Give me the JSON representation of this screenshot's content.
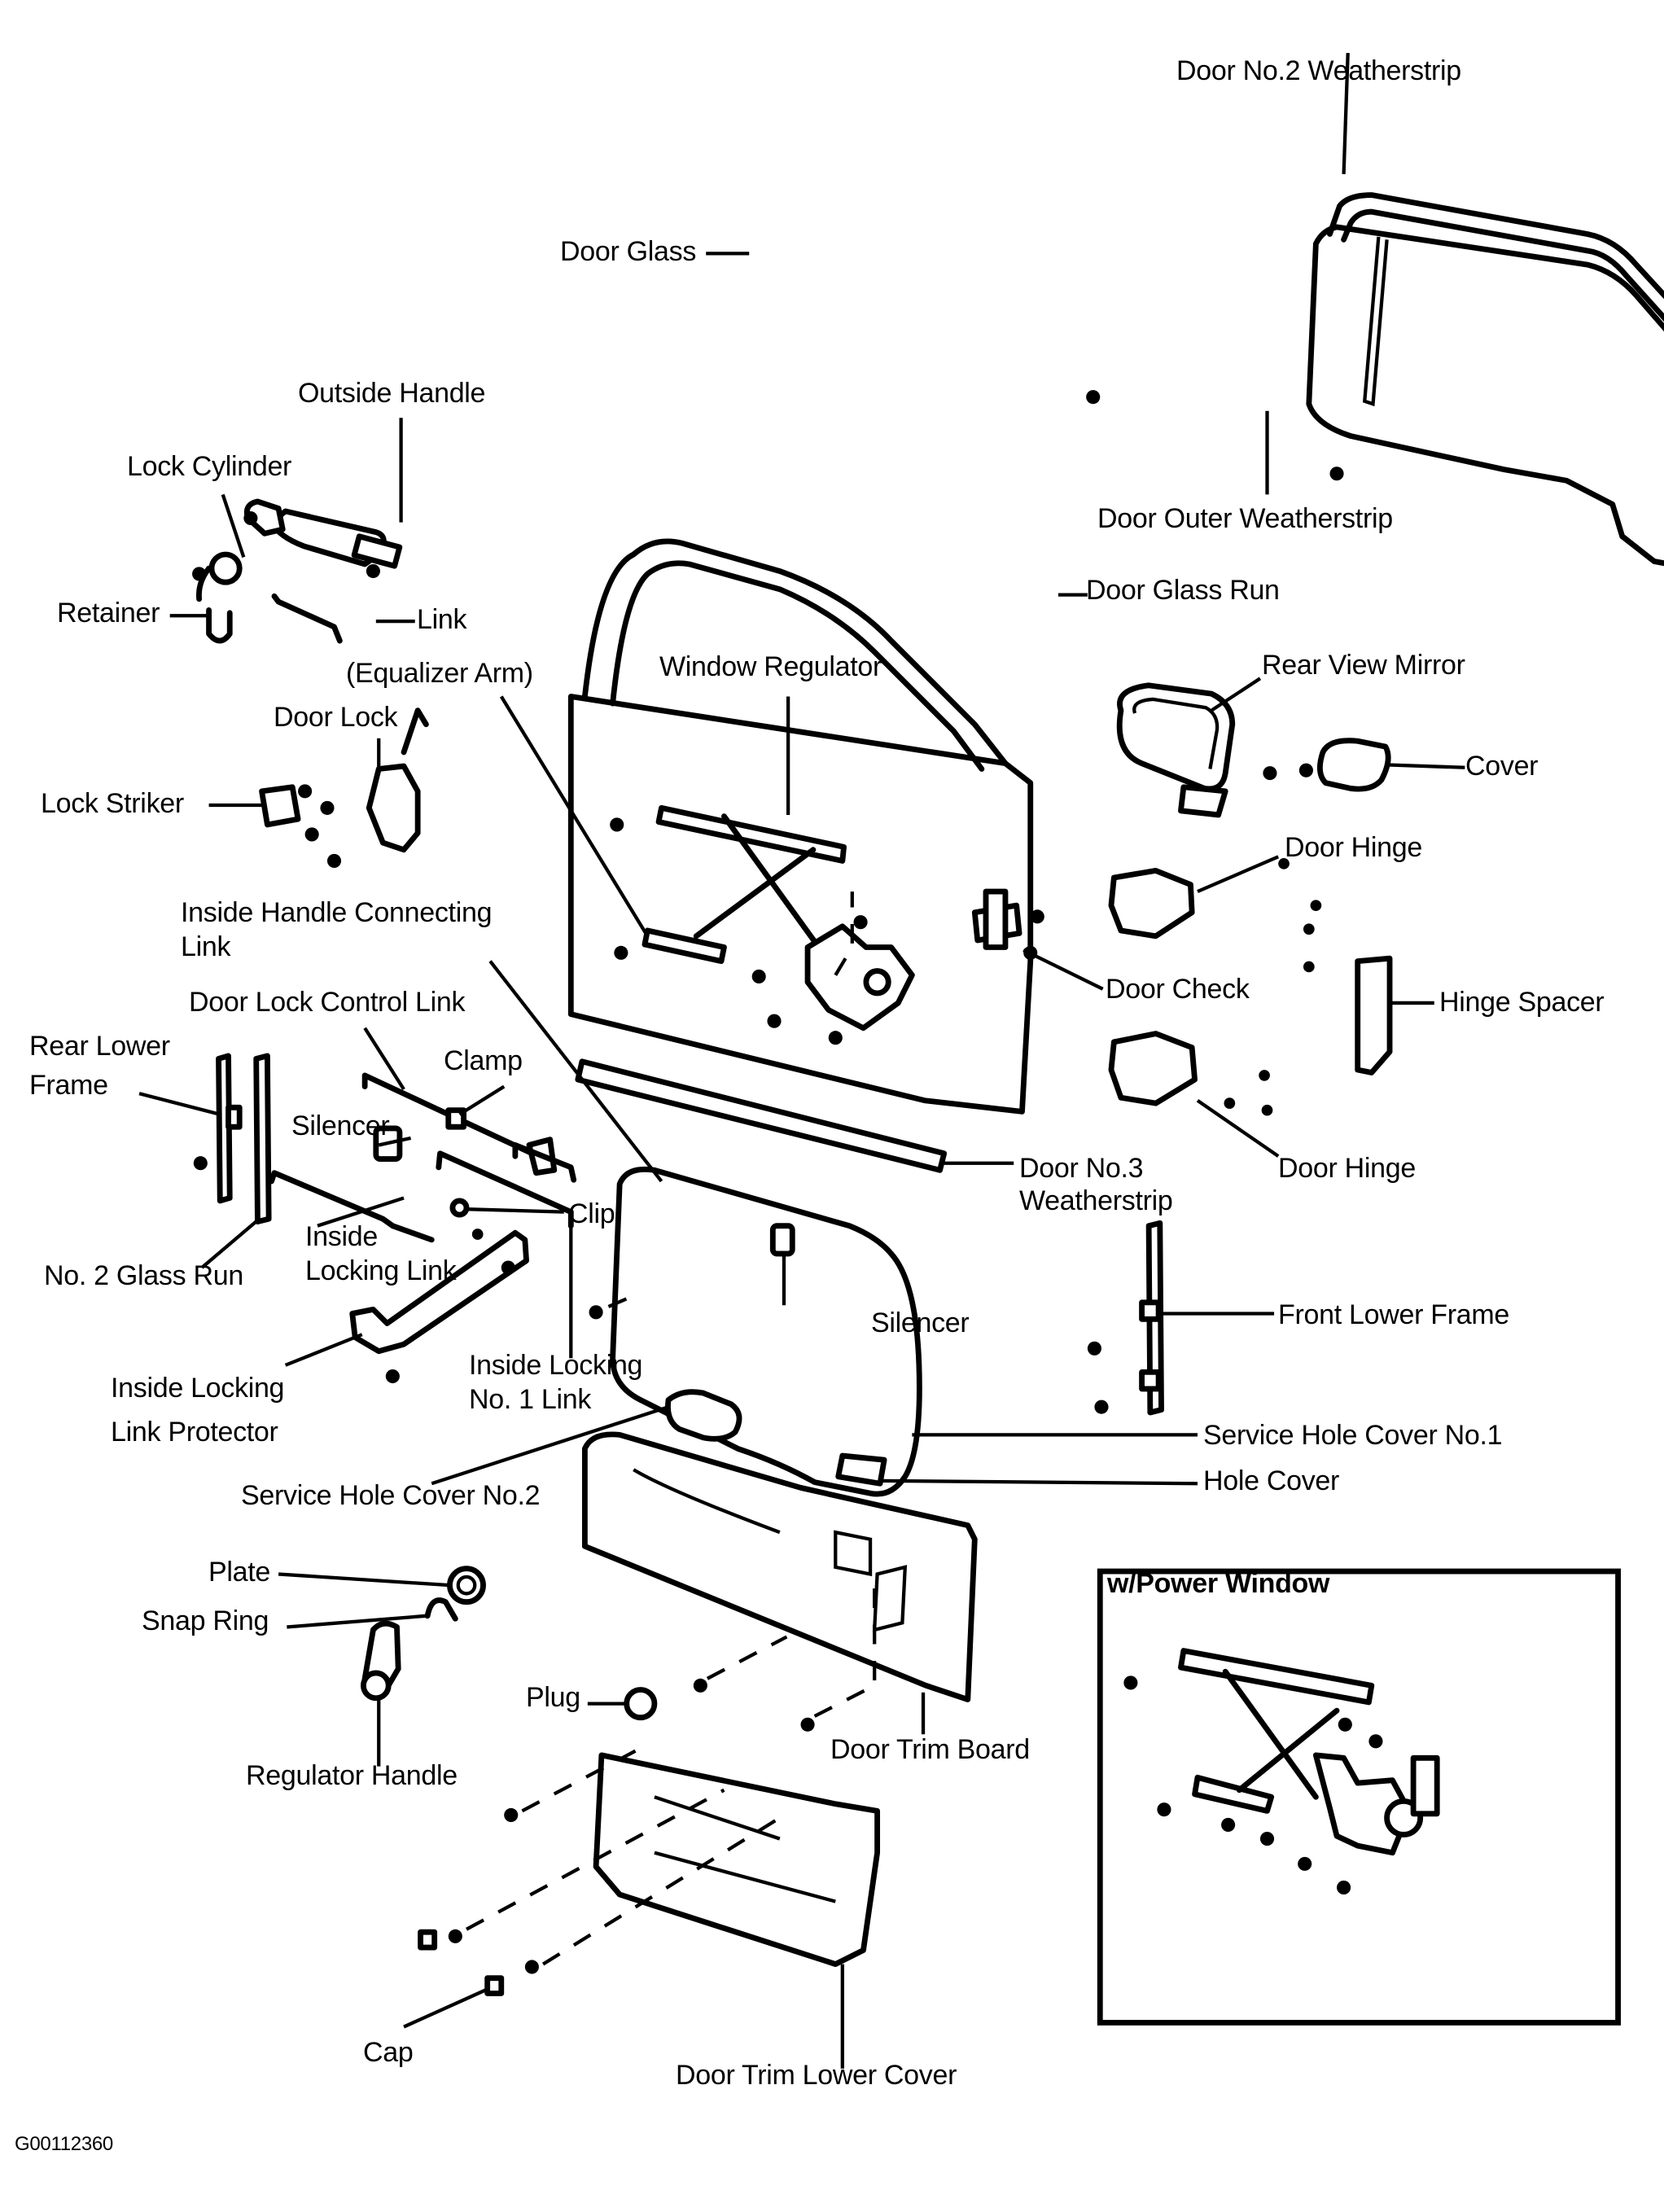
{
  "diagram": {
    "title": "Door Assembly Exploded View",
    "figure_id": "G00112360",
    "inset_title": "w/Power Window",
    "labels": {
      "door_no2_weatherstrip": "Door No.2 Weatherstrip",
      "door_glass": "Door Glass",
      "outside_handle": "Outside Handle",
      "lock_cylinder": "Lock Cylinder",
      "door_outer_weatherstrip": "Door Outer Weatherstrip",
      "retainer": "Retainer",
      "link": "Link",
      "door_glass_run": "Door Glass Run",
      "equalizer_arm": "(Equalizer Arm)",
      "window_regulator": "Window Regulator",
      "rear_view_mirror": "Rear View Mirror",
      "door_lock": "Door Lock",
      "cover": "Cover",
      "lock_striker": "Lock Striker",
      "door_hinge_upper": "Door Hinge",
      "inside_handle_connecting_link_1": "Inside Handle Connecting",
      "inside_handle_connecting_link_2": "Link",
      "door_check": "Door Check",
      "hinge_spacer": "Hinge Spacer",
      "door_lock_control_link": "Door Lock Control Link",
      "rear_lower_frame_1": "Rear Lower",
      "rear_lower_frame_2": "Frame",
      "clamp": "Clamp",
      "silencer_left": "Silencer",
      "door_no3_weatherstrip_1": "Door No.3",
      "door_no3_weatherstrip_2": "Weatherstrip",
      "door_hinge_lower": "Door Hinge",
      "clip": "Clip",
      "inside_locking_link_1": "Inside",
      "inside_locking_link_2": "Locking Link",
      "no2_glass_run": "No. 2 Glass Run",
      "silencer_center": "Silencer",
      "front_lower_frame": "Front Lower Frame",
      "inside_locking_link_protector_1": "Inside Locking",
      "inside_locking_link_protector_2": "Link Protector",
      "inside_locking_no1_link_1": "Inside Locking",
      "inside_locking_no1_link_2": "No. 1 Link",
      "service_hole_cover_no1": "Service Hole Cover No.1",
      "hole_cover": "Hole Cover",
      "service_hole_cover_no2": "Service Hole Cover No.2",
      "plate": "Plate",
      "snap_ring": "Snap Ring",
      "plug": "Plug",
      "door_trim_board": "Door Trim Board",
      "regulator_handle": "Regulator Handle",
      "cap": "Cap",
      "door_trim_lower_cover": "Door Trim Lower Cover"
    }
  }
}
